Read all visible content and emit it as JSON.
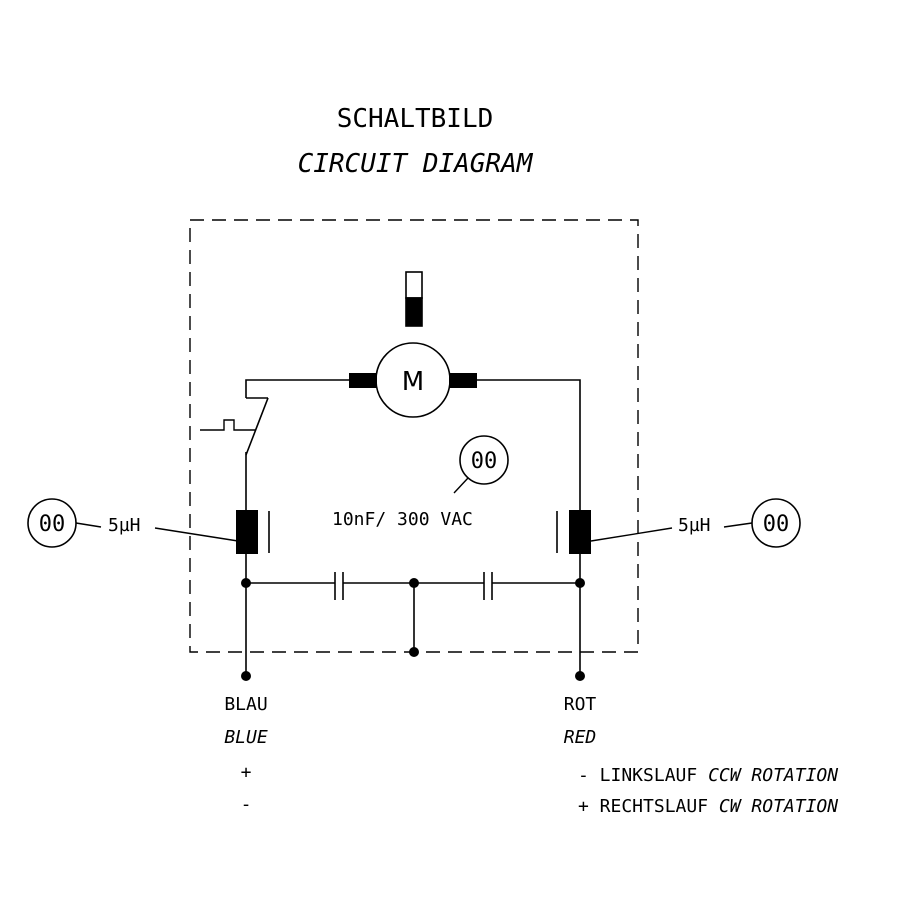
{
  "title": "SCHALTBILD",
  "subtitle": "CIRCUIT DIAGRAM",
  "motor_label": "M",
  "capacitor_label": "10nF/ 300 VAC",
  "inductor_left": "5µH",
  "inductor_right": "5µH",
  "bubble_left": "00",
  "bubble_right": "00",
  "bubble_capacitor": "00",
  "terminal_left": {
    "label_de": "BLAU",
    "label_en": "BLUE",
    "polarity_1": "+",
    "polarity_2": "-"
  },
  "terminal_right": {
    "label_de": "ROT",
    "label_en": "RED"
  },
  "legend": {
    "line1_prefix": "- LINKSLAUF",
    "line1_en": "CCW ROTATION",
    "line2_prefix": "+ RECHTSLAUF",
    "line2_en": "CW ROTATION"
  }
}
